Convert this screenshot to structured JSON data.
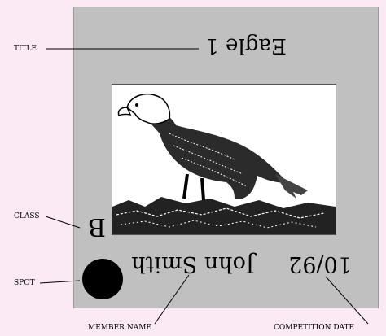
{
  "slide": {
    "title": "Eagle 1",
    "class": "B",
    "member_name": "John Smith",
    "competition_date": "10/92"
  },
  "callouts": {
    "title": "TITLE",
    "class": "CLASS",
    "spot": "SPOT",
    "member_name": "MEMBER NAME",
    "competition_date": "COMPETITION DATE"
  },
  "colors": {
    "background": "#fbeaf4",
    "slide_mount": "#c0c0c0",
    "spot": "#000000"
  },
  "icons": {
    "photo": "bald-eagle-illustration"
  }
}
